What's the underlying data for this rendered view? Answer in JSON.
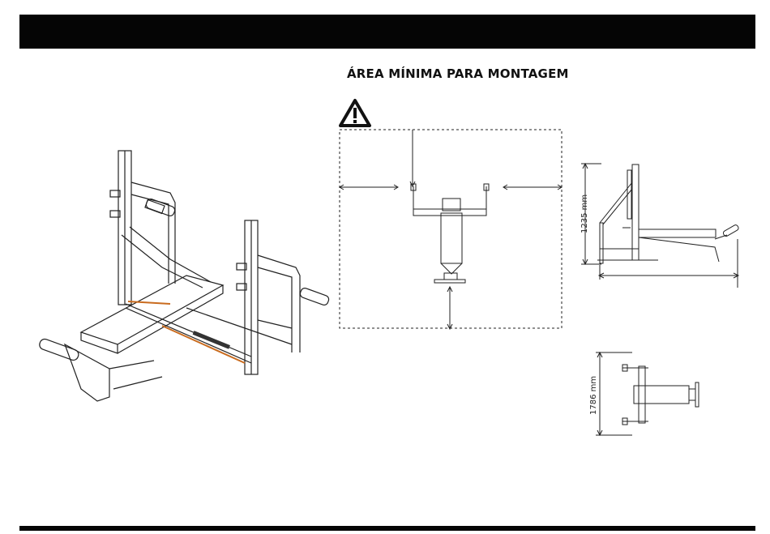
{
  "page": {
    "title": "ÁREA MÍNIMA PARA MONTAGEM"
  },
  "dimensions": {
    "height_label": "1235 mm",
    "width_label": "1786 mm"
  },
  "icons": {
    "warning": "warning-triangle-icon"
  }
}
